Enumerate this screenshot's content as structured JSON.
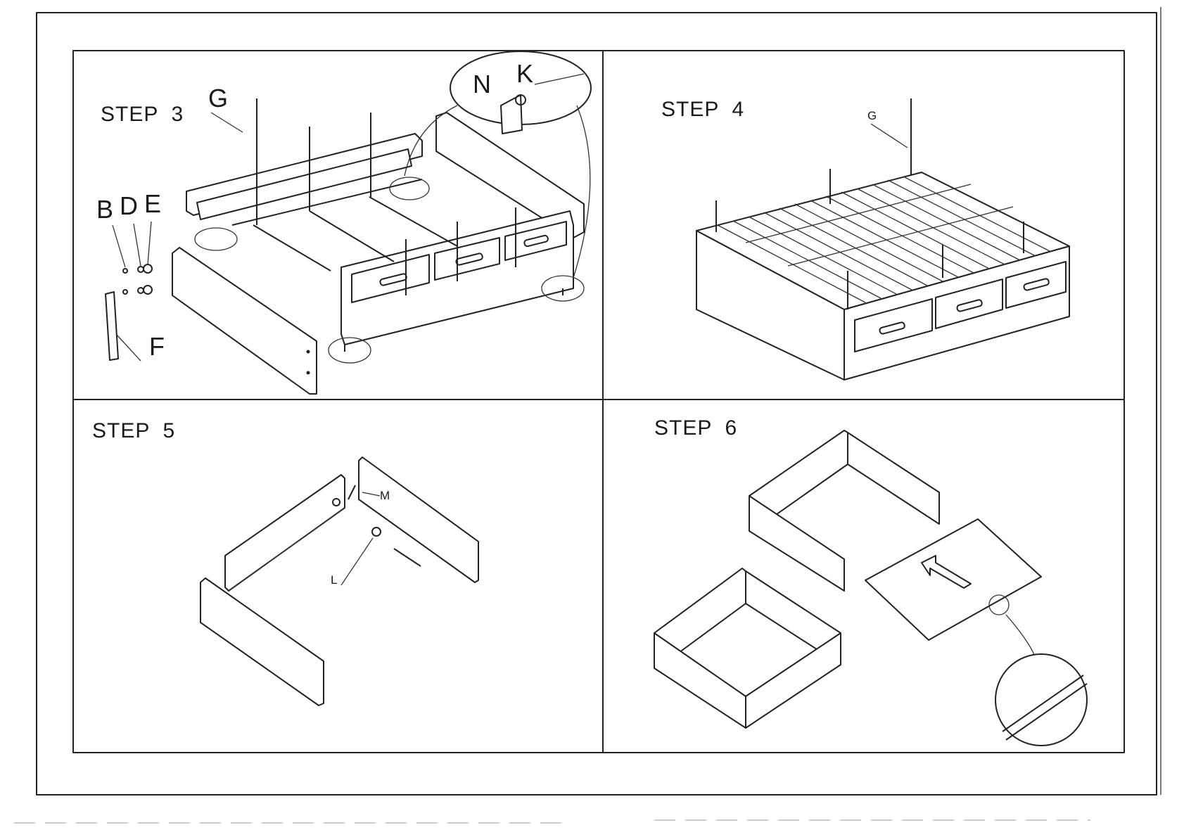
{
  "colors": {
    "ink": "#222222",
    "paper": "#ffffff"
  },
  "steps": [
    {
      "label": "STEP  3",
      "parts": [
        "G",
        "B",
        "D",
        "E",
        "F",
        "N",
        "K"
      ]
    },
    {
      "label": "STEP  4",
      "parts": [
        "G"
      ]
    },
    {
      "label": "STEP  5",
      "parts": [
        "M",
        "L"
      ]
    },
    {
      "label": "STEP  6",
      "parts": []
    }
  ]
}
